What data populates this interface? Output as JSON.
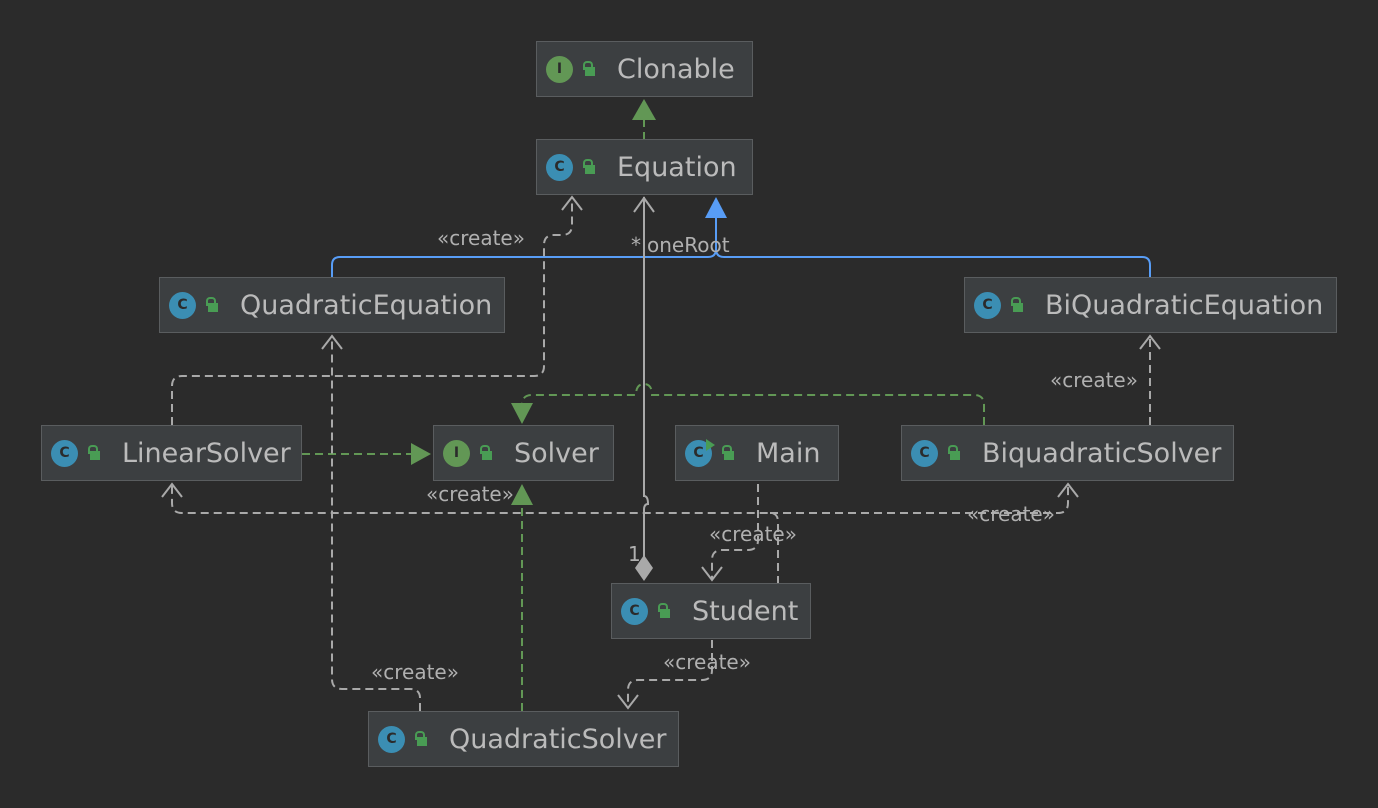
{
  "nodes": {
    "clonable": {
      "name": "Clonable",
      "kind": "I"
    },
    "equation": {
      "name": "Equation",
      "kind": "C"
    },
    "quadratic_equation": {
      "name": "QuadraticEquation",
      "kind": "C"
    },
    "biquadratic_equation": {
      "name": "BiQuadraticEquation",
      "kind": "C"
    },
    "linear_solver": {
      "name": "LinearSolver",
      "kind": "C"
    },
    "solver": {
      "name": "Solver",
      "kind": "I"
    },
    "main": {
      "name": "Main",
      "kind": "C"
    },
    "biquadratic_solver": {
      "name": "BiquadraticSolver",
      "kind": "C"
    },
    "student": {
      "name": "Student",
      "kind": "C"
    },
    "quadratic_solver": {
      "name": "QuadraticSolver",
      "kind": "C"
    }
  },
  "edge_labels": {
    "create_linear_equation": "«create»",
    "one_root_mult": "*",
    "one_root_role": "oneRoot",
    "create_biq_equation": "«create»",
    "create_solver": "«create»",
    "create_biq_solver": "«create»",
    "create_main_student": "«create»",
    "composition_mult": "1",
    "create_student_qsolver": "«create»",
    "create_qsolver_qequation": "«create»"
  },
  "colors": {
    "background": "#2b2b2b",
    "node_fill": "#3c3f41",
    "class_badge": "#3b8eb3",
    "interface_badge": "#629755",
    "implements_edge": "#629755",
    "extends_edge": "#589df6",
    "dependency_edge": "#a9a9a9"
  }
}
